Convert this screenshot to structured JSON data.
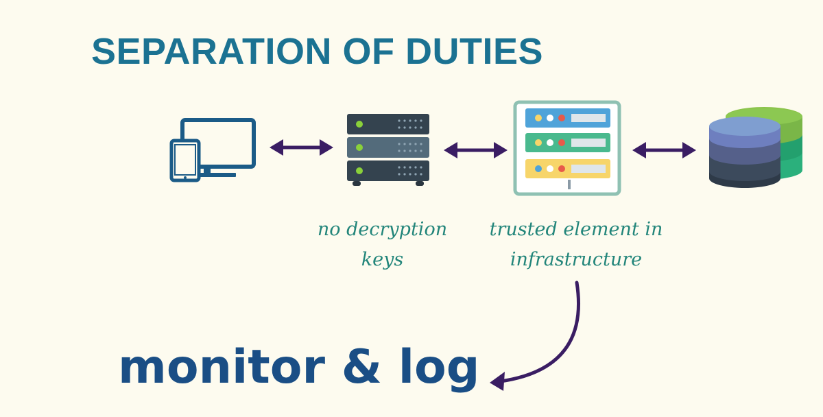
{
  "title": "SEPARATION OF DUTIES",
  "icons": [
    "devices-icon",
    "server-rack-icon",
    "trusted-server-icon",
    "database-icon"
  ],
  "captions": {
    "proxy_line1": "no decryption",
    "proxy_line2": "keys",
    "trusted_line1": "trusted element in",
    "trusted_line2": "infrastructure"
  },
  "footer": "monitor & log",
  "colors": {
    "background": "#fdfbef",
    "title": "#1b7292",
    "caption": "#22857a",
    "footer": "#1a4e85",
    "arrows": "#3a1d63",
    "devices": "#1b5b87",
    "server_dark": "#34434f",
    "server_mid": "#536b7b"
  }
}
